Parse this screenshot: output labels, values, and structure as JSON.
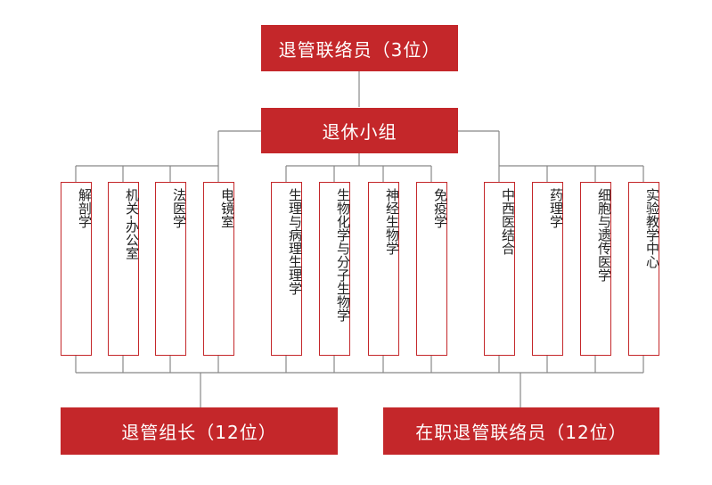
{
  "top_box": {
    "label": "退管联络员（3位）"
  },
  "group_box": {
    "label": "退休小组"
  },
  "departments": [
    {
      "label": "解剖学"
    },
    {
      "label": "机关-办公室"
    },
    {
      "label": "法医学"
    },
    {
      "label": "电镜室"
    },
    {
      "label": "生理与病理生理学"
    },
    {
      "label": "生物化学与分子生物学"
    },
    {
      "label": "神经生物学"
    },
    {
      "label": "免疫学"
    },
    {
      "label": "中西医结合"
    },
    {
      "label": "药理学"
    },
    {
      "label": "细胞与遗传医学"
    },
    {
      "label": "实验教学中心"
    }
  ],
  "bottom_left": {
    "label": "退管组长（12位）"
  },
  "bottom_right": {
    "label": "在职退管联络员（12位）"
  },
  "colors": {
    "accent": "#c4272a",
    "line": "#888888"
  }
}
